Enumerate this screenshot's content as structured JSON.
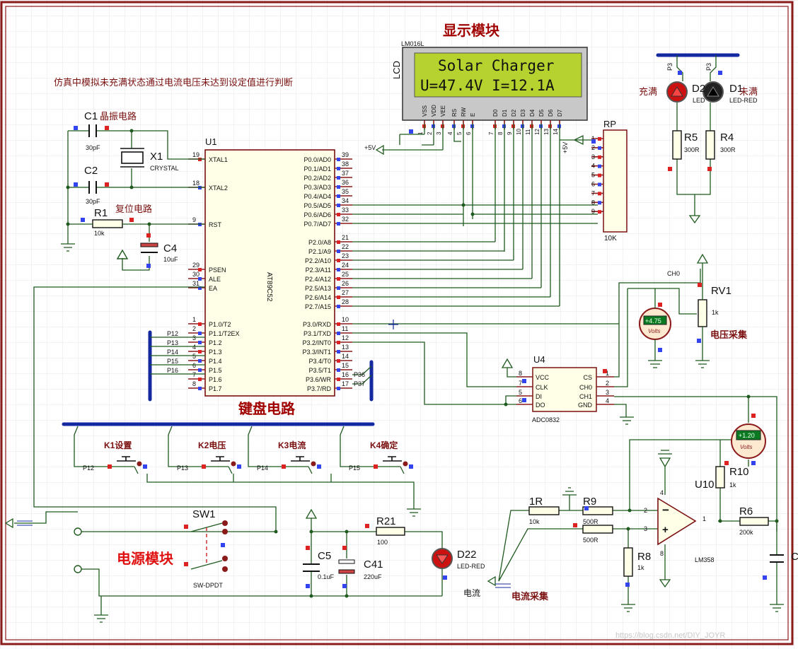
{
  "titles": {
    "display_module": "显示模块",
    "keyboard_circuit": "键盘电路",
    "power_module": "电源模块",
    "note": "仿真中模拟未充满状态通过电流电压未达到设定值进行判断"
  },
  "lcd": {
    "part": "LM016L",
    "ref": "LCD",
    "line1": "Solar  Charger",
    "line2": "U=47.4V I=12.1A",
    "pins": [
      "VSS",
      "VDD",
      "VEE",
      "RS",
      "RW",
      "E",
      "D0",
      "D1",
      "D2",
      "D3",
      "D4",
      "D5",
      "D6",
      "D7"
    ],
    "pin_numbers": [
      "1",
      "2",
      "3",
      "4",
      "5",
      "6",
      "7",
      "8",
      "9",
      "10",
      "11",
      "12",
      "13",
      "14"
    ]
  },
  "mcu": {
    "ref": "U1",
    "part": "AT89C52",
    "left_pins": [
      {
        "num": "19",
        "name": "XTAL1"
      },
      {
        "num": "18",
        "name": "XTAL2"
      },
      {
        "num": "9",
        "name": "RST"
      },
      {
        "num": "29",
        "name": "PSEN"
      },
      {
        "num": "30",
        "name": "ALE"
      },
      {
        "num": "31",
        "name": "EA"
      },
      {
        "num": "1",
        "name": "P1.0/T2"
      },
      {
        "num": "2",
        "name": "P1.1/T2EX"
      },
      {
        "num": "3",
        "name": "P1.2"
      },
      {
        "num": "4",
        "name": "P1.3"
      },
      {
        "num": "5",
        "name": "P1.4"
      },
      {
        "num": "6",
        "name": "P1.5"
      },
      {
        "num": "7",
        "name": "P1.6"
      },
      {
        "num": "8",
        "name": "P1.7"
      }
    ],
    "right_pins": [
      {
        "num": "39",
        "name": "P0.0/AD0"
      },
      {
        "num": "38",
        "name": "P0.1/AD1"
      },
      {
        "num": "37",
        "name": "P0.2/AD2"
      },
      {
        "num": "36",
        "name": "P0.3/AD3"
      },
      {
        "num": "35",
        "name": "P0.4/AD4"
      },
      {
        "num": "34",
        "name": "P0.5/AD5"
      },
      {
        "num": "33",
        "name": "P0.6/AD6"
      },
      {
        "num": "32",
        "name": "P0.7/AD7"
      },
      {
        "num": "21",
        "name": "P2.0/A8"
      },
      {
        "num": "22",
        "name": "P2.1/A9"
      },
      {
        "num": "23",
        "name": "P2.2/A10"
      },
      {
        "num": "24",
        "name": "P2.3/A11"
      },
      {
        "num": "25",
        "name": "P2.4/A12"
      },
      {
        "num": "26",
        "name": "P2.5/A13"
      },
      {
        "num": "27",
        "name": "P2.6/A14"
      },
      {
        "num": "28",
        "name": "P2.7/A15"
      },
      {
        "num": "10",
        "name": "P3.0/RXD"
      },
      {
        "num": "11",
        "name": "P3.1/TXD"
      },
      {
        "num": "12",
        "name": "P3.2/INT0"
      },
      {
        "num": "13",
        "name": "P3.3/INT1"
      },
      {
        "num": "14",
        "name": "P3.4/T0"
      },
      {
        "num": "15",
        "name": "P3.5/T1"
      },
      {
        "num": "16",
        "name": "P3.6/WR"
      },
      {
        "num": "17",
        "name": "P3.7/RD"
      }
    ]
  },
  "crystal": {
    "c1": "C1",
    "c1_desc": "晶振电路",
    "c1_val": "30pF",
    "c2": "C2",
    "c2_val": "30pF",
    "x1": "X1",
    "x1_val": "CRYSTAL"
  },
  "reset": {
    "r1": "R1",
    "r1_val": "10k",
    "desc": "复位电路",
    "c4": "C4",
    "c4_val": "10uF"
  },
  "rp": {
    "ref": "RP",
    "val": "10K",
    "pins": [
      "1",
      "2",
      "3",
      "4",
      "5",
      "6",
      "7",
      "8",
      "9"
    ]
  },
  "p1_bus": [
    "P12",
    "P13",
    "P14",
    "P15",
    "P16"
  ],
  "p3_bus": [
    "P36",
    "P37"
  ],
  "adc": {
    "ref": "U4",
    "part": "ADC0832",
    "left": [
      {
        "num": "8",
        "name": "VCC"
      },
      {
        "num": "7",
        "name": "CLK"
      },
      {
        "num": "5",
        "name": "DI"
      },
      {
        "num": "6",
        "name": "DO"
      }
    ],
    "right": [
      {
        "num": "1",
        "name": "CS"
      },
      {
        "num": "2",
        "name": "CH0"
      },
      {
        "num": "3",
        "name": "CH1"
      },
      {
        "num": "4",
        "name": "GND"
      }
    ]
  },
  "leds": {
    "d_red_label": "充满",
    "d_red": "D2",
    "d_green": "D1",
    "d_green_label": "未满",
    "led_red": "LED-RED",
    "led": "LED",
    "p3": "P3",
    "r5": "R5",
    "r5_val": "300R",
    "r4": "R4",
    "r4_val": "300R"
  },
  "voltage": {
    "ch0": "CH0",
    "rv1": "RV1",
    "rv1_val": "1k",
    "desc": "电压采集",
    "meter": "+4.75",
    "unit": "Volts"
  },
  "keys": [
    {
      "label": "K1设置",
      "net": "P12"
    },
    {
      "label": "K2电压",
      "net": "P13"
    },
    {
      "label": "K3电流",
      "net": "P14"
    },
    {
      "label": "K4确定",
      "net": "P15"
    }
  ],
  "power": {
    "sw1": "SW1",
    "sw1_val": "SW-DPDT",
    "r21": "R21",
    "r21_val": "100",
    "c5": "C5",
    "c5_val": "0.1uF",
    "c41": "C41",
    "c41_val": "220uF",
    "d22": "D22",
    "d22_val": "LED-RED",
    "plus5": "+5V"
  },
  "amp": {
    "r1r": "1R",
    "r1r_val": "10k",
    "r9": "R9",
    "r9_val": "500R",
    "r9b_val": "500R",
    "r8": "R8",
    "r8_val": "1k",
    "u10": "U10",
    "r10": "R10",
    "r10_val": "1k",
    "r6": "R6",
    "r6_val": "200k",
    "lm": "LM358",
    "meter": "+1.20",
    "unit": "Volts",
    "current": "电流",
    "desc": "电流采集",
    "c_label": "C",
    "pin4": "4",
    "pin8": "8",
    "pin2": "2",
    "pin3": "3",
    "pin1": "1"
  },
  "watermark": "https://blog.csdn.net/DIY_JOYR"
}
